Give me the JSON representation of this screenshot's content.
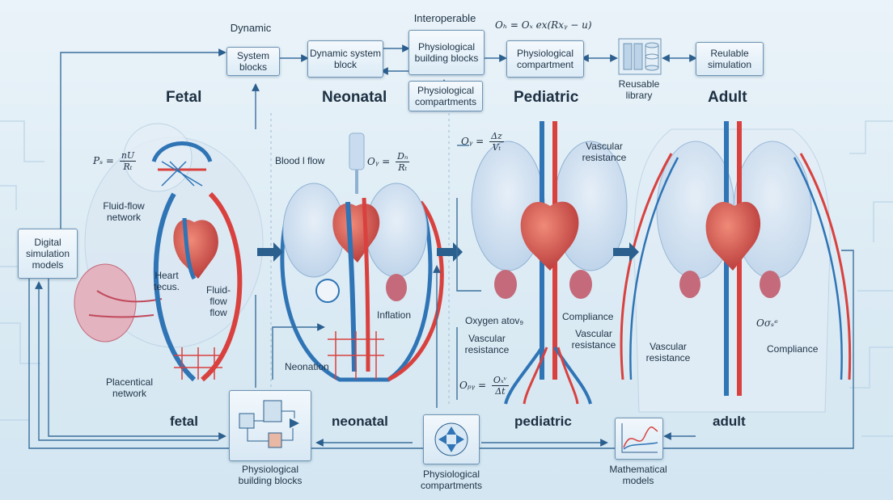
{
  "top": {
    "dynamic_label": "Dynamic",
    "system_blocks": "System blocks",
    "dynamic_system_block": "Dynamic system block",
    "interoperable_label": "Interoperable",
    "physiological_building_blocks": "Physiological building blocks",
    "physiological_compartments": "Physiological compartments",
    "physiological_compartment": "Physiological compartment",
    "reusable_library": "Reusable library",
    "reusable_simulation": "Reulable simulation",
    "formula_top": "Oₕ = Oₓ ex(Rxᵧ − u)"
  },
  "stages": {
    "fetal": "Fetal",
    "neonatal": "Neonatal",
    "pediatric": "Pediatric",
    "adult": "Adult"
  },
  "fetal": {
    "formula_lhs": "Pₛ =",
    "formula_num": "nU",
    "formula_den": "Rₜ",
    "fluid_flow_network": "Fluid-flow network",
    "heart_tecus": "Heart tecus.",
    "fluid_flow": "Fluid-flow flow",
    "placentical_network": "Placentical network"
  },
  "neonatal": {
    "blood_flow": "Blood l flow",
    "formula_lhs": "Oᵧ =",
    "formula_num": "Dₙ",
    "formula_den": "Rₜ",
    "inflation": "Inflation",
    "neonation": "Neonation"
  },
  "pediatric": {
    "formula_lhs": "Oᵧ =",
    "formula_num": "Δz",
    "formula_den": "Vₜ",
    "vascular_resistance_top": "Vascular resistance",
    "oxygen": "Oxygen atov₉",
    "compliance": "Compliance",
    "vascular_resistance_left": "Vascular resistance",
    "vascular_resistance_right": "Vascular resistance",
    "formula2_lhs": "Oₚᵧ =",
    "formula2_num": "Oₓᵛ",
    "formula2_den": "Δt"
  },
  "adult": {
    "vascular_resistance": "Vascular resistance",
    "compliance": "Compliance",
    "formula": "Oσₛᵉ"
  },
  "left_box": "Digital simulation models",
  "bottom": {
    "fetal": "fetal",
    "neonatal": "neonatal",
    "pediatric": "pediatric",
    "adult": "adult",
    "physiological_building_blocks": "Physiological building blocks",
    "physiological_compartments": "Physiological compartments",
    "mathematical_models": "Mathematical models"
  },
  "colors": {
    "artery": "#d9413f",
    "vein": "#2f74b5",
    "arrow": "#2b5f8e",
    "line": "#3b6f9c",
    "lung": "#c9dcef",
    "organ": "#c46a7a"
  }
}
